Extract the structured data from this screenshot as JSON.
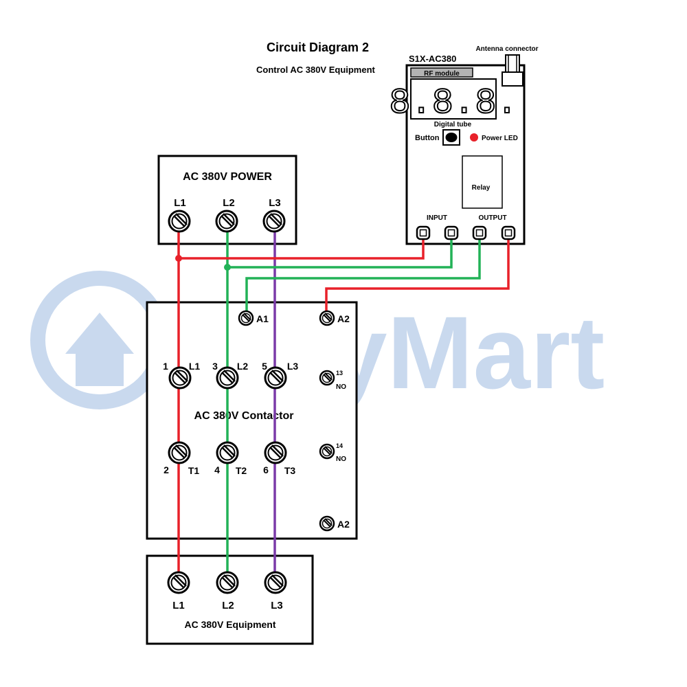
{
  "title": "Circuit Diagram 2",
  "subtitle": "Control AC 380V Equipment",
  "watermark": "CaryMart",
  "colors": {
    "red": "#e8212a",
    "green": "#22b257",
    "purple": "#7a3aa8",
    "watermark": "#c9d9ee",
    "led": "#e8212a"
  },
  "power_box": {
    "title": "AC 380V POWER",
    "terminals": [
      "L1",
      "L2",
      "L3"
    ]
  },
  "controller": {
    "model": "S1X-AC380",
    "antenna_label": "Antenna connector",
    "rf_module_label": "RF module",
    "display_digits": "8.8.8.",
    "digital_tube_label": "Digital tube",
    "button_label": "Button",
    "power_led_label": "Power LED",
    "relay_label": "Relay",
    "input_label": "INPUT",
    "output_label": "OUTPUT"
  },
  "contactor": {
    "title": "AC 380V Contactor",
    "coil_a1": "A1",
    "coil_a2": "A2",
    "coil_a2_bottom": "A2",
    "top_numbers": [
      "1",
      "3",
      "5"
    ],
    "top_labels": [
      "L1",
      "L2",
      "L3"
    ],
    "bottom_numbers": [
      "2",
      "4",
      "6"
    ],
    "bottom_labels": [
      "T1",
      "T2",
      "T3"
    ],
    "aux_13_num": "13",
    "aux_13_label": "NO",
    "aux_14_num": "14",
    "aux_14_label": "NO"
  },
  "equipment": {
    "title": "AC 380V Equipment",
    "terminals": [
      "L1",
      "L2",
      "L3"
    ]
  }
}
